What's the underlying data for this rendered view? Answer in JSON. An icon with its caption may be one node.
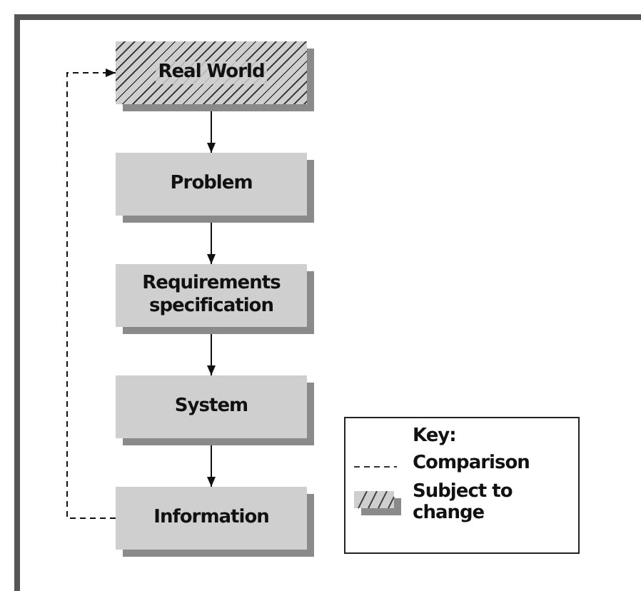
{
  "diagram": {
    "nodes": [
      {
        "text": [
          "Real World"
        ]
      },
      {
        "text": [
          "Problem"
        ]
      },
      {
        "text": [
          "Requirements specification"
        ]
      },
      {
        "text": [
          "System"
        ]
      },
      {
        "text": [
          "Information"
        ]
      }
    ],
    "edges": [
      {
        "from": 0,
        "to": 1,
        "arrow": "to"
      },
      {
        "from": 1,
        "to": 2,
        "arrow": "to"
      },
      {
        "from": 2,
        "to": 3,
        "arrow": "to"
      },
      {
        "from": 3,
        "to": 4,
        "arrow": "to"
      },
      {
        "from": 4,
        "to": 0,
        "arrow": "to",
        "style": "dashed"
      }
    ],
    "labels": [
      "Key:"
    ],
    "legend": [
      {
        "text": "Comparison"
      },
      {
        "text": "Subject to change"
      }
    ]
  }
}
